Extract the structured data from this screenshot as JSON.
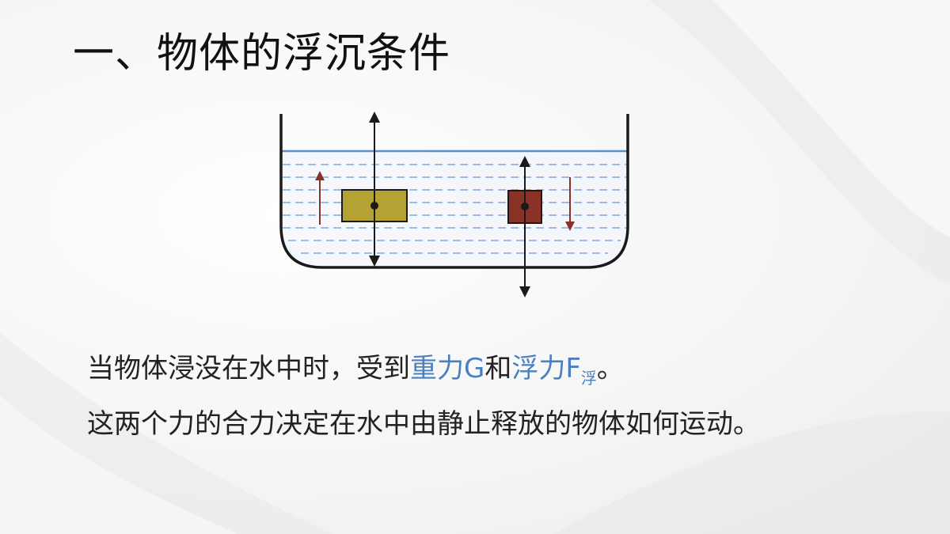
{
  "slide": {
    "title": "一、物体的浮沉条件",
    "line1": {
      "prefix": "当物体浸没在水中时，受到",
      "gravity": "重力G",
      "conjunction": "和",
      "buoyancy_main": "浮力F",
      "buoyancy_sub": "浮",
      "suffix": "。"
    },
    "line2": "这两个力的合力决定在水中由静止释放的物体如何运动。"
  },
  "colors": {
    "highlight": "#4a7fc0",
    "water_surface": "#5b8fc6",
    "water_dash": "#6e9bd0",
    "container": "#1a1a1a",
    "block_left": "#b5a232",
    "block_right": "#8b3228",
    "small_arrow": "#8b3228"
  }
}
